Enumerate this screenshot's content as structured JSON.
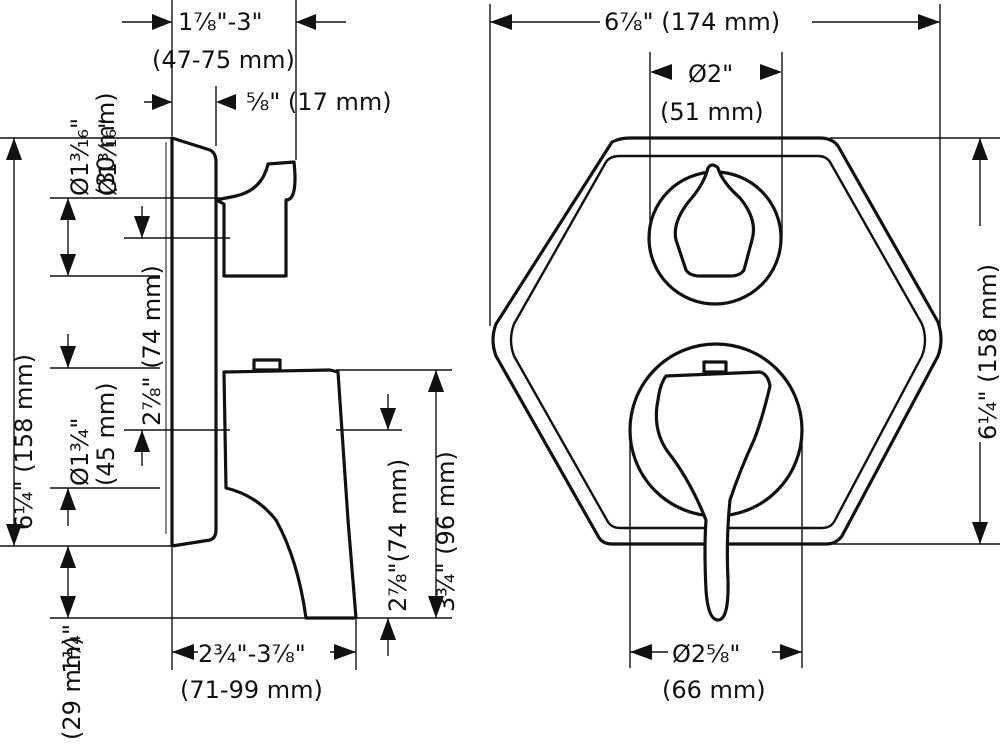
{
  "side_view": {
    "depth_range": "1⅞\"-3\"",
    "depth_range_mm": "(47-75 mm)",
    "handle_projection": "⅝\" (17 mm)",
    "upper_handle_dia_in": "Ø1³⁄₁₆\"",
    "upper_handle_dia_mm": "(30 mm)",
    "overall_height": "6¼\" (158 mm)",
    "handle_spacing": "2⅞\" (74 mm)",
    "lower_handle_dia_in": "Ø1¾\"",
    "lower_handle_dia_mm": "(45 mm)",
    "spout_drop": "2⅞\"(74 mm)",
    "spout_height": "3¾\" (96 mm)",
    "spout_below_plate_in": "1¼\"",
    "spout_below_plate_mm": "(29 mm)",
    "spout_reach": "2¾\"-3⅞\"",
    "spout_reach_mm": "(71-99 mm)"
  },
  "front_view": {
    "plate_width": "6⅞\" (174 mm)",
    "upper_dia_in": "Ø2\"",
    "upper_dia_mm": "(51 mm)",
    "plate_height": "6¼\" (158 mm)",
    "lower_dia_in": "Ø2⅝\"",
    "lower_dia_mm": "(66 mm)"
  }
}
